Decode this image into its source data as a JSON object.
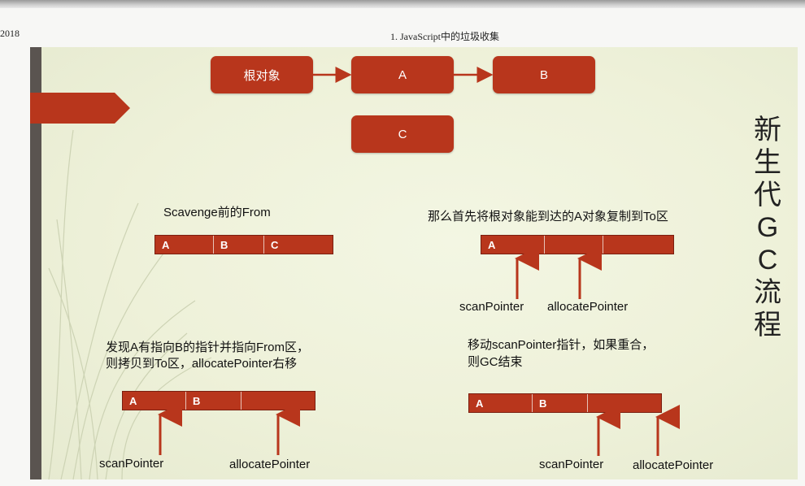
{
  "header": {
    "left_text": "2018",
    "title": "1. JavaScript中的垃圾收集"
  },
  "slide": {
    "vertical_title": [
      "新",
      "生",
      "代",
      "G",
      "C",
      "流",
      "程"
    ],
    "graph": {
      "root": "根对象",
      "a": "A",
      "b": "B",
      "c": "C"
    },
    "panels": {
      "top_left": {
        "caption": "Scavenge前的From",
        "cells": [
          "A",
          "B",
          "C"
        ]
      },
      "top_right": {
        "caption": "那么首先将根对象能到达的A对象复制到To区",
        "cells": [
          "A",
          "",
          ""
        ],
        "pointers": [
          "scanPointer",
          "allocatePointer"
        ]
      },
      "bottom_left": {
        "caption_lines": [
          "发现A有指向B的指针并指向From区，",
          "则拷贝到To区，allocatePointer右移"
        ],
        "cells": [
          "A",
          "B",
          ""
        ],
        "pointers": [
          "scanPointer",
          "allocatePointer"
        ]
      },
      "bottom_right": {
        "caption_lines": [
          "移动scanPointer指针，如果重合，",
          "则GC结束"
        ],
        "cells": [
          "A",
          "B",
          ""
        ],
        "pointers": [
          "scanPointer",
          "allocatePointer"
        ]
      }
    }
  },
  "colors": {
    "box": "#b8361c",
    "arrow": "#b8361c",
    "slide_bg": "#eef1d9",
    "left_bar": "#5a5450"
  }
}
